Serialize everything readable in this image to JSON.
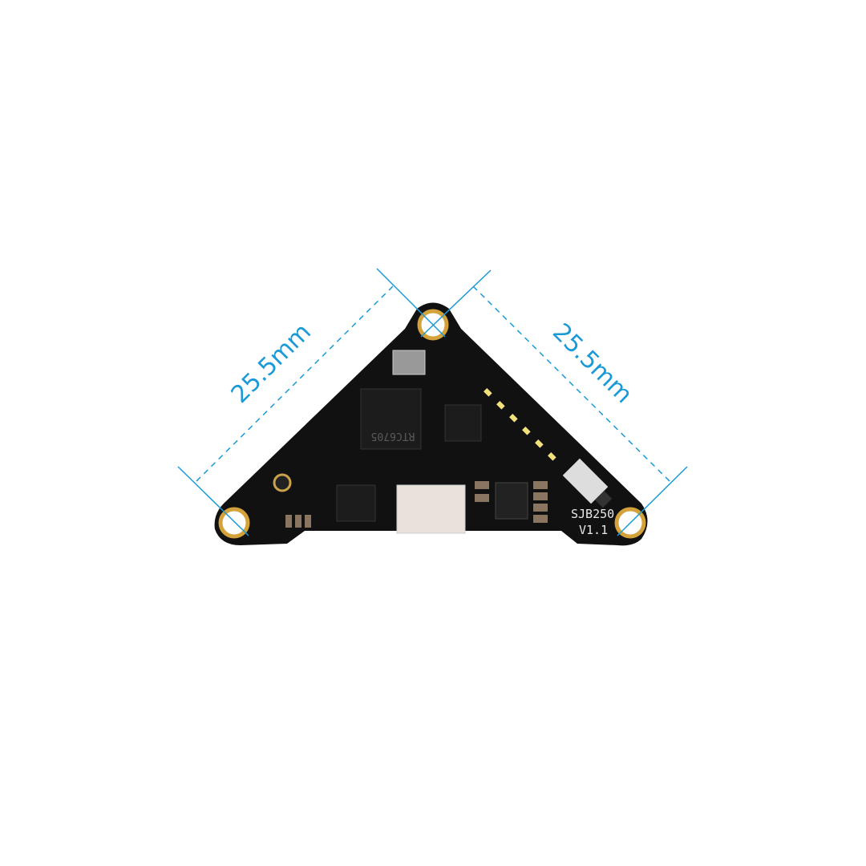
{
  "dimensions": {
    "left_edge_label": "25.5mm",
    "right_edge_label": "25.5mm",
    "color": "#1a9ad6"
  },
  "board": {
    "model": "SJB250",
    "version": "V1.1",
    "chip_marking": "RTC6705",
    "pcb_color": "#111111",
    "hole_ring_color": "#d4a23a",
    "led_color": "#f2e27a"
  }
}
